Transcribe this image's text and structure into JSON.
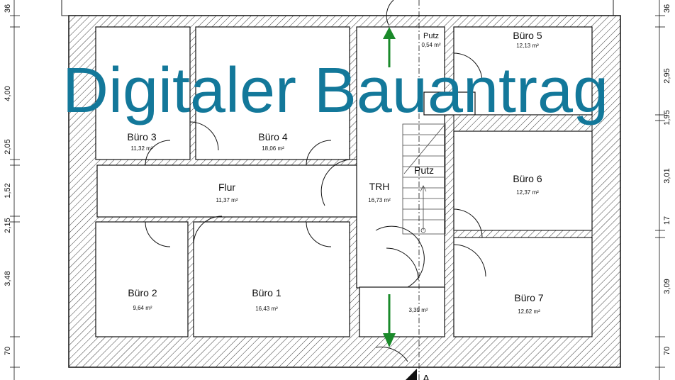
{
  "title": "Digitaler Bauantrag",
  "title_color": "#13789a",
  "arrow_color": "#1a8a2a",
  "rooms": [
    {
      "name": "Büro 3",
      "area": "11,32 m²"
    },
    {
      "name": "Büro 4",
      "area": "18,06 m²"
    },
    {
      "name": "Büro 5",
      "area": "12,13 m²"
    },
    {
      "name": "Putz",
      "area": "0,54 m²"
    },
    {
      "name": "Flur",
      "area": "11,37 m²"
    },
    {
      "name": "TRH",
      "area": "16,73 m²"
    },
    {
      "name": "Putz",
      "area": ""
    },
    {
      "name": "Büro 6",
      "area": "12,37 m²"
    },
    {
      "name": "Büro 2",
      "area": "9,64 m²"
    },
    {
      "name": "Büro 1",
      "area": "16,43 m²"
    },
    {
      "name": "",
      "area": "3,39 m²"
    },
    {
      "name": "Büro 7",
      "area": "12,62 m²"
    }
  ],
  "dimensions_left": [
    "36",
    "4,00",
    "2,05",
    "1,52",
    "2,15",
    "3,48",
    "70"
  ],
  "dimensions_right": [
    "36",
    "2,95",
    "1,95",
    "3,01",
    "17",
    "3,09",
    "70"
  ],
  "section_marker": "A"
}
